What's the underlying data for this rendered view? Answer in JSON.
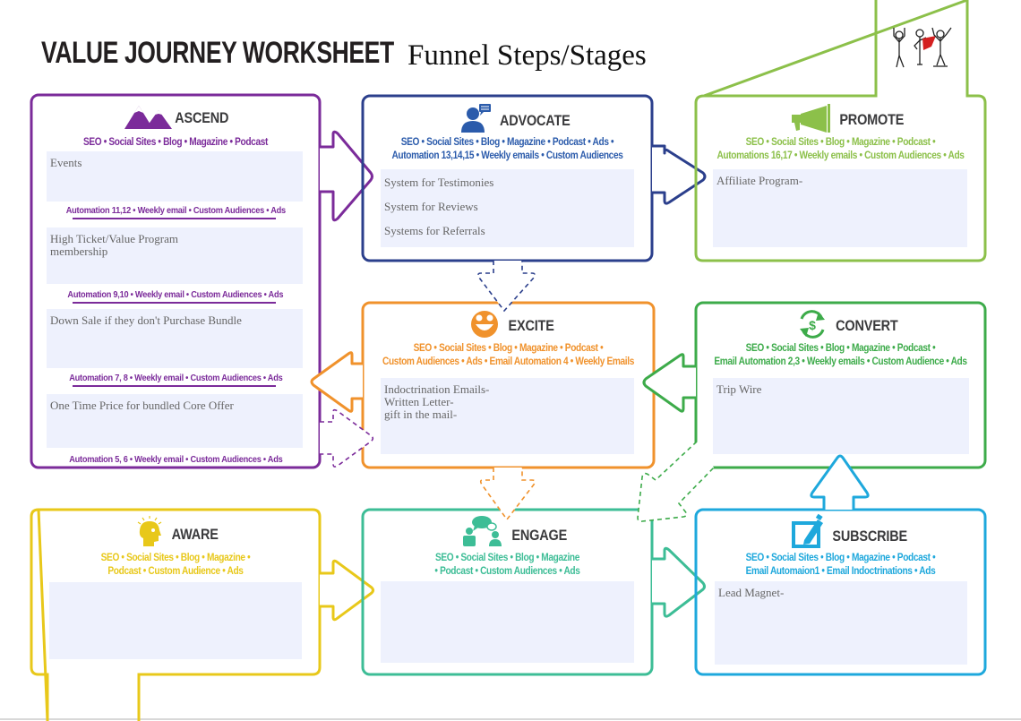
{
  "header": {
    "title": "VALUE JOURNEY WORKSHEET",
    "subtitle": "Funnel Steps/Stages",
    "mascot_icon": "stick-figures-celebrating-icon"
  },
  "colors": {
    "ascend": "#7b2b9a",
    "advocate": "#2b3f8c",
    "promote": "#8cc04a",
    "excite": "#f0922c",
    "convert": "#3dab4a",
    "aware": "#e8c81a",
    "engage": "#3dbd96",
    "subscribe": "#1ea8dc",
    "note_fill": "#eef1fd",
    "heading_text": "#3a3a3c"
  },
  "stages": {
    "ascend": {
      "name": "ASCEND",
      "icon": "mountains-icon",
      "channels": [
        "SEO • Social Sites • Blog • Magazine • Podcast"
      ],
      "sections": [
        {
          "notes": [
            "Events"
          ],
          "automation": "Automation 11,12 • Weekly email • Custom Audiences • Ads"
        },
        {
          "notes": [
            "High Ticket/Value Program",
            "membership"
          ],
          "automation": "Automation 9,10 • Weekly email • Custom Audiences • Ads"
        },
        {
          "notes": [
            "Down Sale if they don't Purchase Bundle"
          ],
          "automation": "Automation 7, 8 • Weekly email • Custom Audiences • Ads"
        },
        {
          "notes": [
            "One Time Price for bundled Core Offer"
          ],
          "automation": "Automation 5, 6 • Weekly email • Custom Audiences • Ads"
        }
      ]
    },
    "advocate": {
      "name": "ADVOCATE",
      "icon": "person-speech-bubble-icon",
      "channels": [
        "SEO • Social Sites • Blog • Magazine • Podcast • Ads •",
        "Automation 13,14,15 • Weekly emails • Custom Audiences"
      ],
      "notes": [
        "System for Testimonies",
        "System for Reviews",
        "Systems for Referrals"
      ]
    },
    "promote": {
      "name": "PROMOTE",
      "icon": "megaphone-icon",
      "channels": [
        "SEO • Social Sites • Blog • Magazine • Podcast •",
        "Automations 16,17 • Weekly emails • Custom Audiences • Ads"
      ],
      "notes": [
        "Affiliate Program-"
      ]
    },
    "excite": {
      "name": "EXCITE",
      "icon": "smiley-face-icon",
      "channels": [
        "SEO • Social Sites • Blog • Magazine • Podcast •",
        "Custom Audiences • Ads • Email Automation 4 • Weekly Emails"
      ],
      "notes": [
        "Indoctrination Emails-",
        "Written Letter-",
        "gift in the mail-"
      ]
    },
    "convert": {
      "name": "CONVERT",
      "icon": "dollar-cycle-icon",
      "channels": [
        "SEO • Social Sites • Blog • Magazine • Podcast •",
        "Email Automation 2,3 • Weekly emails • Custom Audience • Ads"
      ],
      "notes": [
        "Trip Wire"
      ]
    },
    "aware": {
      "name": "AWARE",
      "icon": "head-lightbulb-icon",
      "channels": [
        "SEO • Social Sites • Blog • Magazine •",
        "Podcast • Custom Audience • Ads"
      ],
      "notes": []
    },
    "engage": {
      "name": "ENGAGE",
      "icon": "people-conversation-icon",
      "channels": [
        "SEO • Social Sites • Blog • Magazine",
        "• Podcast • Custom Audiences • Ads"
      ],
      "notes": []
    },
    "subscribe": {
      "name": "SUBSCRIBE",
      "icon": "edit-form-icon",
      "channels": [
        "SEO • Social Sites • Blog • Magazine • Podcast •",
        "Email Automaion1 • Email Indoctrinations • Ads"
      ],
      "notes": [
        "Lead Magnet-"
      ]
    }
  }
}
